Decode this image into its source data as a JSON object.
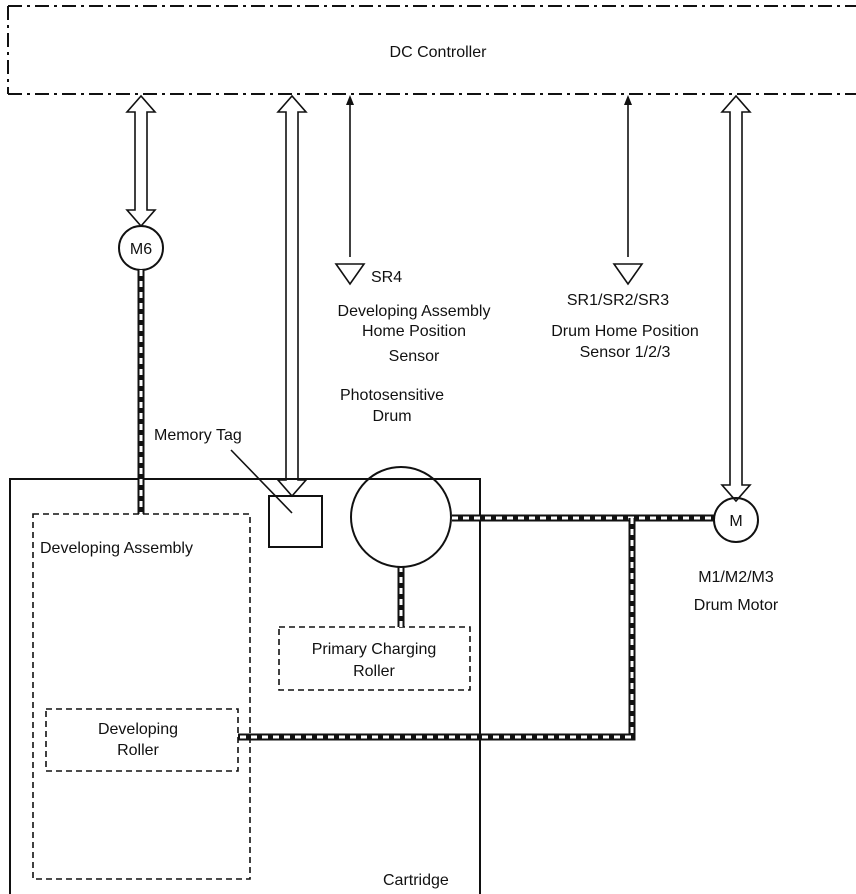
{
  "controller": {
    "label": "DC Controller"
  },
  "motor_m6": {
    "label": "M6"
  },
  "sensor_sr4": {
    "id_label": "SR4",
    "name_lines": [
      "Developing Assembly",
      "Home Position",
      "Sensor"
    ]
  },
  "sensor_sr123": {
    "id_label": "SR1/SR2/SR3",
    "name_lines": [
      "Drum Home Position",
      "Sensor 1/2/3"
    ]
  },
  "memory_tag": {
    "label": "Memory Tag"
  },
  "drum": {
    "label_lines": [
      "Photosensitive",
      "Drum"
    ]
  },
  "drum_motor": {
    "symbol": "M",
    "id_label": "M1/M2/M3",
    "name": "Drum Motor"
  },
  "developing_assembly": {
    "label": "Developing Assembly"
  },
  "primary_charging_roller": {
    "label_lines": [
      "Primary Charging",
      "Roller"
    ]
  },
  "developing_roller": {
    "label_lines": [
      "Developing",
      "Roller"
    ]
  },
  "cartridge": {
    "label": "Cartridge"
  }
}
